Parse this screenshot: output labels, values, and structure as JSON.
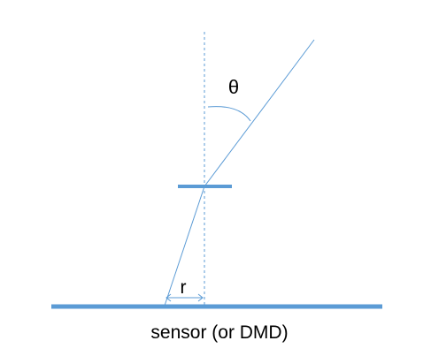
{
  "diagram": {
    "labels": {
      "angle_symbol": "θ",
      "offset_symbol": "r",
      "sensor_caption": "sensor (or DMD)"
    },
    "colors": {
      "line": "#5b9bd5",
      "bar": "#5b9bd5",
      "text": "#000000",
      "background": "#ffffff"
    }
  }
}
